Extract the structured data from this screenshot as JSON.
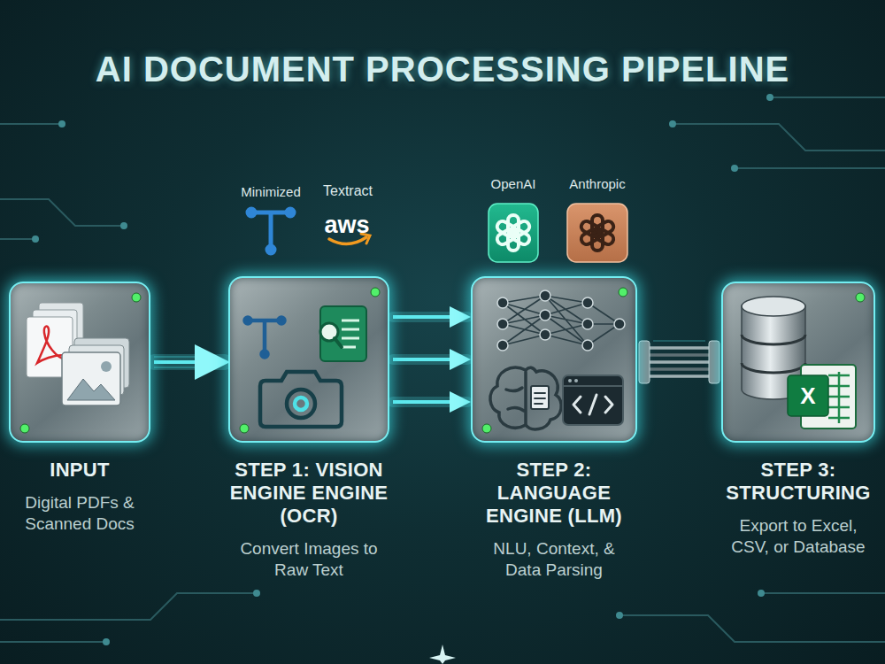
{
  "diagram": {
    "title": "AI DOCUMENT PROCESSING PIPELINE",
    "nodes": [
      {
        "text": [
          "INPUT",
          "Digital PDFs & Scanned Docs"
        ]
      },
      {
        "text": [
          "STEP 1: VISION ENGINE ENGINE (OCR)",
          "Convert Images to Raw Text"
        ]
      },
      {
        "text": [
          "STEP 2: LANGUAGE ENGINE (LLM)",
          "NLU, Context, & Data Parsing"
        ]
      },
      {
        "text": [
          "STEP 3: STRUCTURING",
          "Export to Excel, CSV, or Database"
        ]
      }
    ],
    "edges": [
      {
        "from": 0,
        "to": 1,
        "arrow": "to"
      },
      {
        "from": 1,
        "to": 2,
        "arrow": "to"
      },
      {
        "from": 1,
        "to": 2,
        "arrow": "to"
      },
      {
        "from": 1,
        "to": 2,
        "arrow": "to"
      },
      {
        "from": 2,
        "to": 3,
        "arrow": "none"
      }
    ],
    "labels": [
      "Minimized",
      "Textract",
      "aws",
      "OpenAI",
      "Anthropic",
      "X"
    ]
  }
}
